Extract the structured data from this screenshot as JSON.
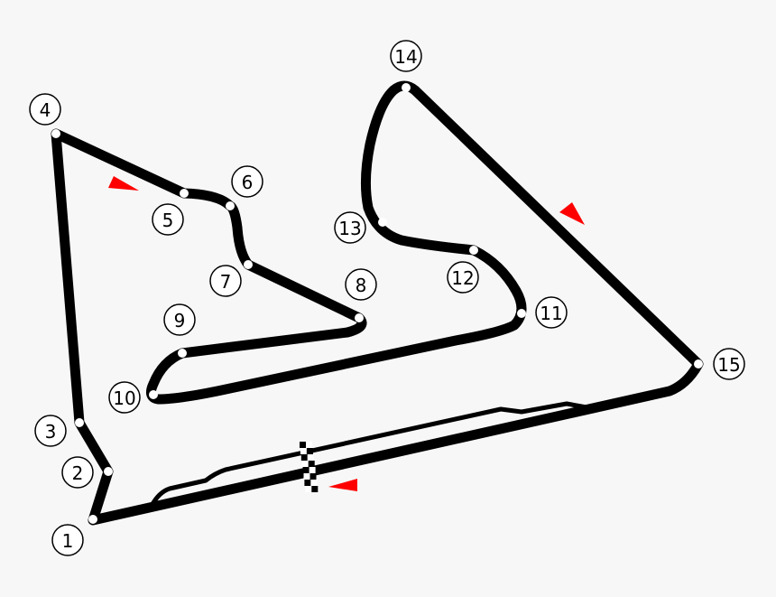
{
  "colors": {
    "background": "#f7f7f7",
    "track": "#000000",
    "arrow": "#ff0000",
    "corner_marker": "#ffffff"
  },
  "corners": [
    {
      "number": "1"
    },
    {
      "number": "2"
    },
    {
      "number": "3"
    },
    {
      "number": "4"
    },
    {
      "number": "5"
    },
    {
      "number": "6"
    },
    {
      "number": "7"
    },
    {
      "number": "8"
    },
    {
      "number": "9"
    },
    {
      "number": "10"
    },
    {
      "number": "11"
    },
    {
      "number": "12"
    },
    {
      "number": "13"
    },
    {
      "number": "14"
    },
    {
      "number": "15"
    }
  ],
  "features": {
    "start_finish": "checkered-flag-icon",
    "direction_arrows": 3,
    "pit_lane": true
  }
}
